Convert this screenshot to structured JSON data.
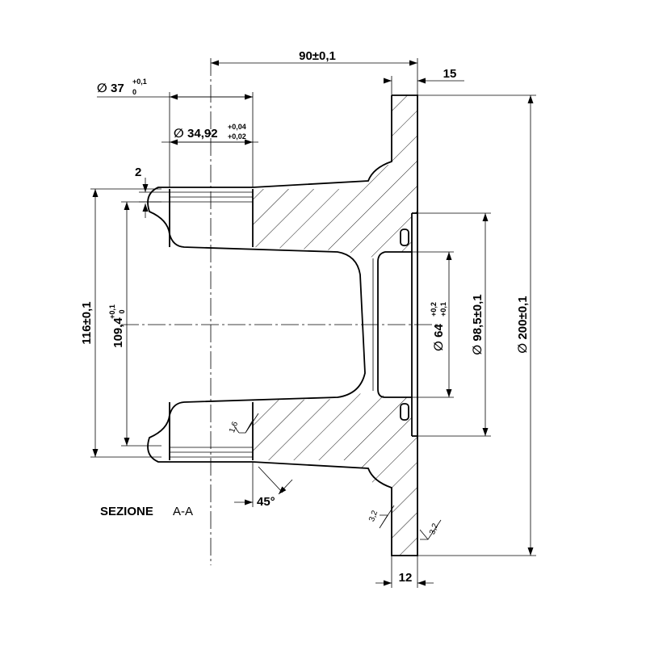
{
  "title": {
    "section_word": "SEZIONE",
    "section_id": "A-A"
  },
  "dimensions": {
    "dim_90": "90±0,1",
    "dim_15": "15",
    "dim_12": "12",
    "dia_37_main": "∅ 37",
    "dia_37_upper": "+0,1",
    "dia_37_lower": "0",
    "dia_3492_main": "∅ 34,92",
    "dia_3492_upper": "+0,04",
    "dia_3492_lower": "+0,02",
    "dim_2": "2",
    "dim_116": "116±0,1",
    "dim_1094_main": "109,4",
    "dim_1094_upper": "+0,1",
    "dim_1094_lower": "0",
    "dia_64_main": "∅ 64",
    "dia_64_upper": "+0,2",
    "dia_64_lower": "+0,1",
    "dia_985": "∅ 98,5±0,1",
    "dia_200": "∅ 200±0,1",
    "angle_45": "45°"
  },
  "roughness": {
    "bore": "1,6",
    "flange_back": "3,2",
    "flange_face": "3,2"
  },
  "colors": {
    "line": "#000000",
    "background": "#ffffff"
  }
}
